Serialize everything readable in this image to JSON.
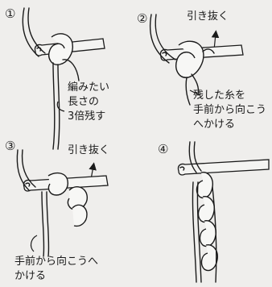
{
  "steps": [
    {
      "number": "①",
      "labels": [
        "編みたい",
        "長さの",
        "3倍残す"
      ]
    },
    {
      "number": "②",
      "labels": [
        "引き抜く",
        "残した糸を",
        "手前から向こう",
        "へかける"
      ]
    },
    {
      "number": "③",
      "labels": [
        "引き抜く",
        "手前から向こうへ",
        "かける"
      ]
    },
    {
      "number": "④",
      "labels": []
    }
  ]
}
